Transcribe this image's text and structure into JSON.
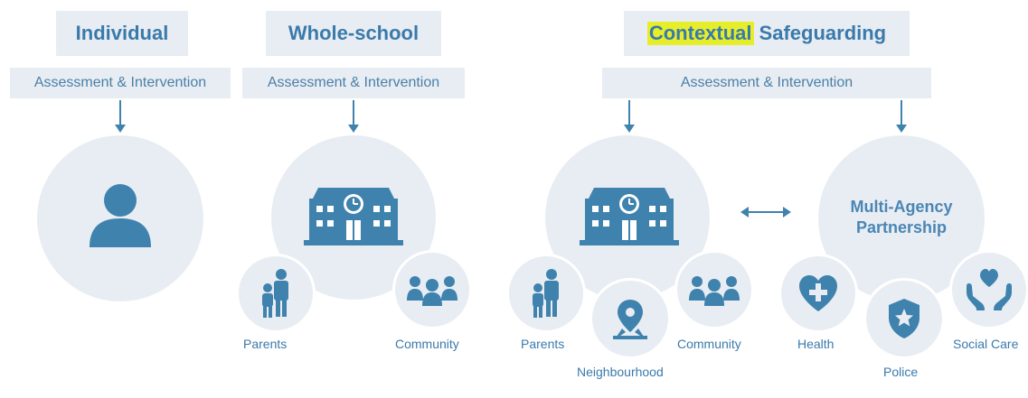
{
  "columns": {
    "individual": {
      "title": "Individual",
      "subtitle": "Assessment & Intervention",
      "center_icon": "person-icon"
    },
    "whole_school": {
      "title": "Whole-school",
      "subtitle": "Assessment & Intervention",
      "center_icon": "school-icon",
      "satellites": [
        {
          "label": "Parents",
          "icon": "parent-child-icon"
        },
        {
          "label": "Community",
          "icon": "group-icon"
        }
      ]
    },
    "contextual": {
      "title_highlight": "Contextual",
      "title_rest": "Safeguarding",
      "subtitle": "Assessment & Intervention",
      "center_icon": "school-icon",
      "satellites": [
        {
          "label": "Parents",
          "icon": "parent-child-icon"
        },
        {
          "label": "Neighbourhood",
          "icon": "map-pin-icon"
        },
        {
          "label": "Community",
          "icon": "group-icon"
        }
      ],
      "partnership": {
        "label_line1": "Multi-Agency",
        "label_line2": "Partnership",
        "satellites": [
          {
            "label": "Health",
            "icon": "heart-plus-icon"
          },
          {
            "label": "Police",
            "icon": "police-badge-icon"
          },
          {
            "label": "Social Care",
            "icon": "caring-hands-icon"
          }
        ]
      }
    }
  },
  "colors": {
    "box_fill": "#e8edf3",
    "title_text": "#3a7aab",
    "icon_blue": "#3f82ad",
    "highlight": "#e6ee2a"
  }
}
